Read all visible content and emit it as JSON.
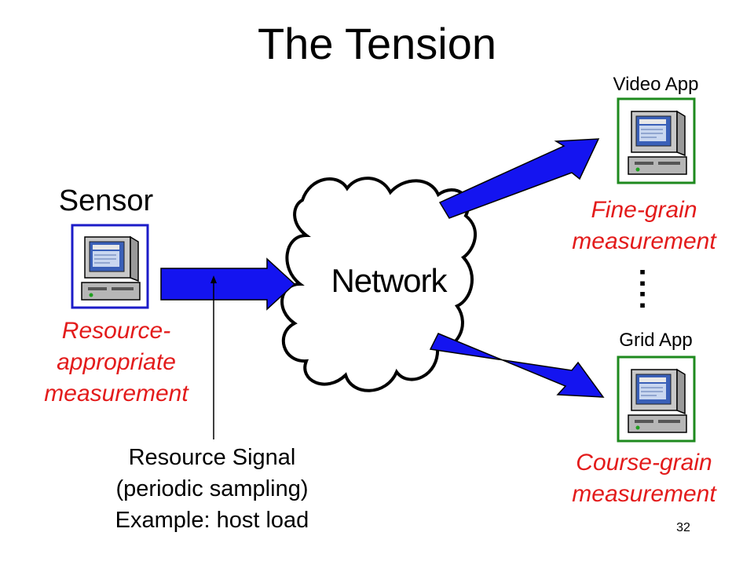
{
  "title": "The Tension",
  "network": {
    "label": "Network"
  },
  "sensor": {
    "label": "Sensor",
    "caption": [
      "Resource-",
      "appropriate",
      "measurement"
    ]
  },
  "signal": {
    "lines": [
      "Resource Signal",
      "(periodic sampling)",
      "Example: host load"
    ]
  },
  "video_app": {
    "label": "Video App",
    "caption": [
      "Fine-grain",
      "measurement"
    ]
  },
  "grid_app": {
    "label": "Grid App",
    "caption": [
      "Course-grain",
      "measurement"
    ]
  },
  "ellipsis": ":",
  "slide_number": "32",
  "colors": {
    "caption_red": "#e31b1b",
    "arrow_blue": "#1414f0",
    "sensor_frame": "#1c1cc8",
    "app_frame": "#1e8a1e"
  }
}
